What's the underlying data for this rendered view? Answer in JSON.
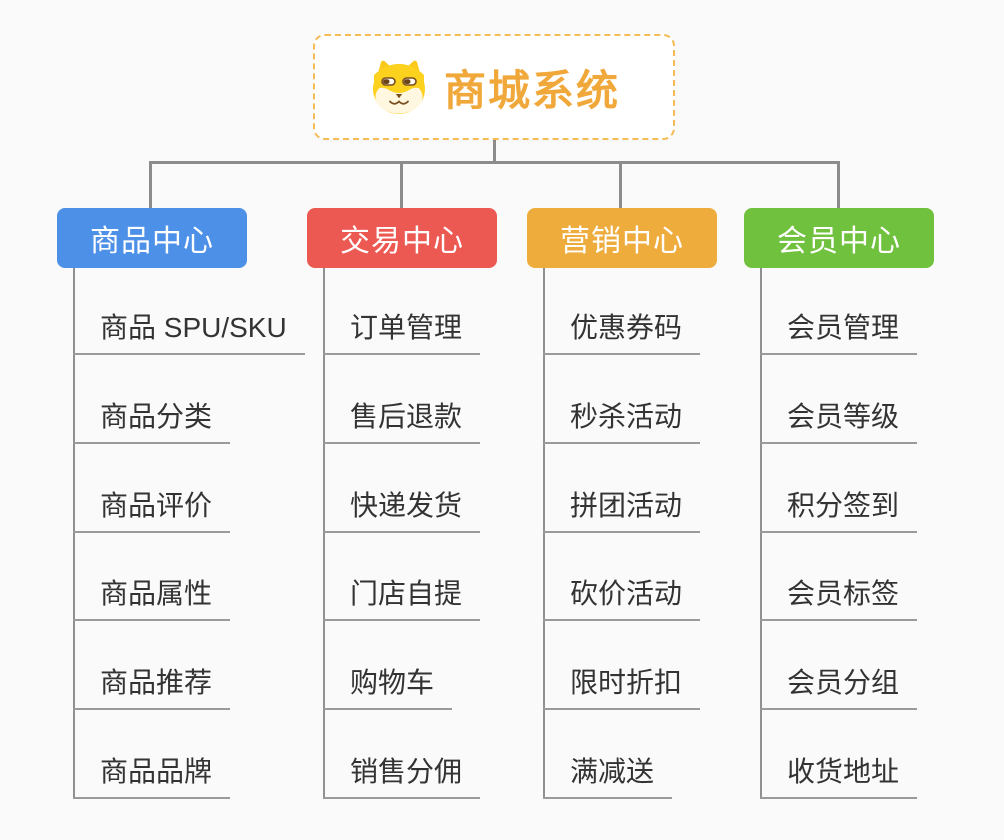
{
  "root": {
    "title": "商城系统",
    "icon": "dog-icon",
    "accent_color": "#f1a83b",
    "border_color": "#f3bc55"
  },
  "connector_color": "#8c8c8c",
  "branches": [
    {
      "label": "商品中心",
      "color": "#4d90e8",
      "items": [
        "商品 SPU/SKU",
        "商品分类",
        "商品评价",
        "商品属性",
        "商品推荐",
        "商品品牌"
      ]
    },
    {
      "label": "交易中心",
      "color": "#ec5953",
      "items": [
        "订单管理",
        "售后退款",
        "快递发货",
        "门店自提",
        "购物车",
        "销售分佣"
      ]
    },
    {
      "label": "营销中心",
      "color": "#eeac3c",
      "items": [
        "优惠券码",
        "秒杀活动",
        "拼团活动",
        "砍价活动",
        "限时折扣",
        "满减送"
      ]
    },
    {
      "label": "会员中心",
      "color": "#70c13d",
      "items": [
        "会员管理",
        "会员等级",
        "积分签到",
        "会员标签",
        "会员分组",
        "收货地址"
      ]
    }
  ]
}
